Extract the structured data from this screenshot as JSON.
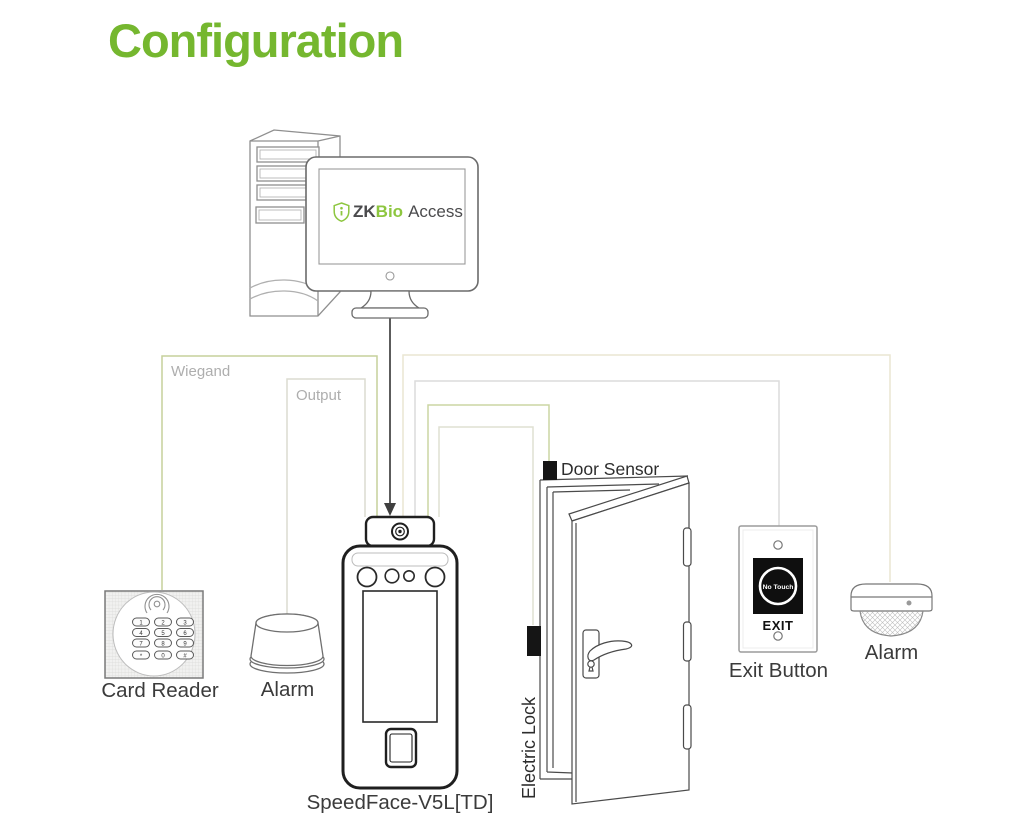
{
  "title": "Configuration",
  "colors": {
    "title_green": "#75b72f",
    "logo_green": "#8dc63f",
    "logo_gray": "#4b4b4d",
    "wire_wiegand": "#c6d09c",
    "wire_output": "#dcdcd0",
    "wire_alarm_right": "#eae6d2",
    "wire_exit": "#dcdcdc",
    "wire_door_sensor": "#ccd5a3",
    "wire_electric_lock": "#dfe0d2",
    "wire_main": "#3f3f3f"
  },
  "logo": {
    "shield_icon": "shield-icon",
    "zk": "ZK",
    "bio": "Bio",
    "access": "Access"
  },
  "wire_labels": {
    "wiegand": "Wiegand",
    "output": "Output"
  },
  "devices": {
    "card_reader": {
      "label": "Card Reader",
      "keys": [
        "1",
        "2",
        "3",
        "4",
        "5",
        "6",
        "7",
        "8",
        "9",
        "*",
        "0",
        "#"
      ]
    },
    "alarm_left": {
      "label": "Alarm"
    },
    "speedface": {
      "label": "SpeedFace-V5L[TD]"
    },
    "door": {
      "sensor_label": "Door Sensor",
      "lock_label": "Electric Lock"
    },
    "exit_button": {
      "label": "Exit Button",
      "no_touch_text": "No Touch",
      "exit_text": "EXIT"
    },
    "alarm_right": {
      "label": "Alarm"
    }
  }
}
